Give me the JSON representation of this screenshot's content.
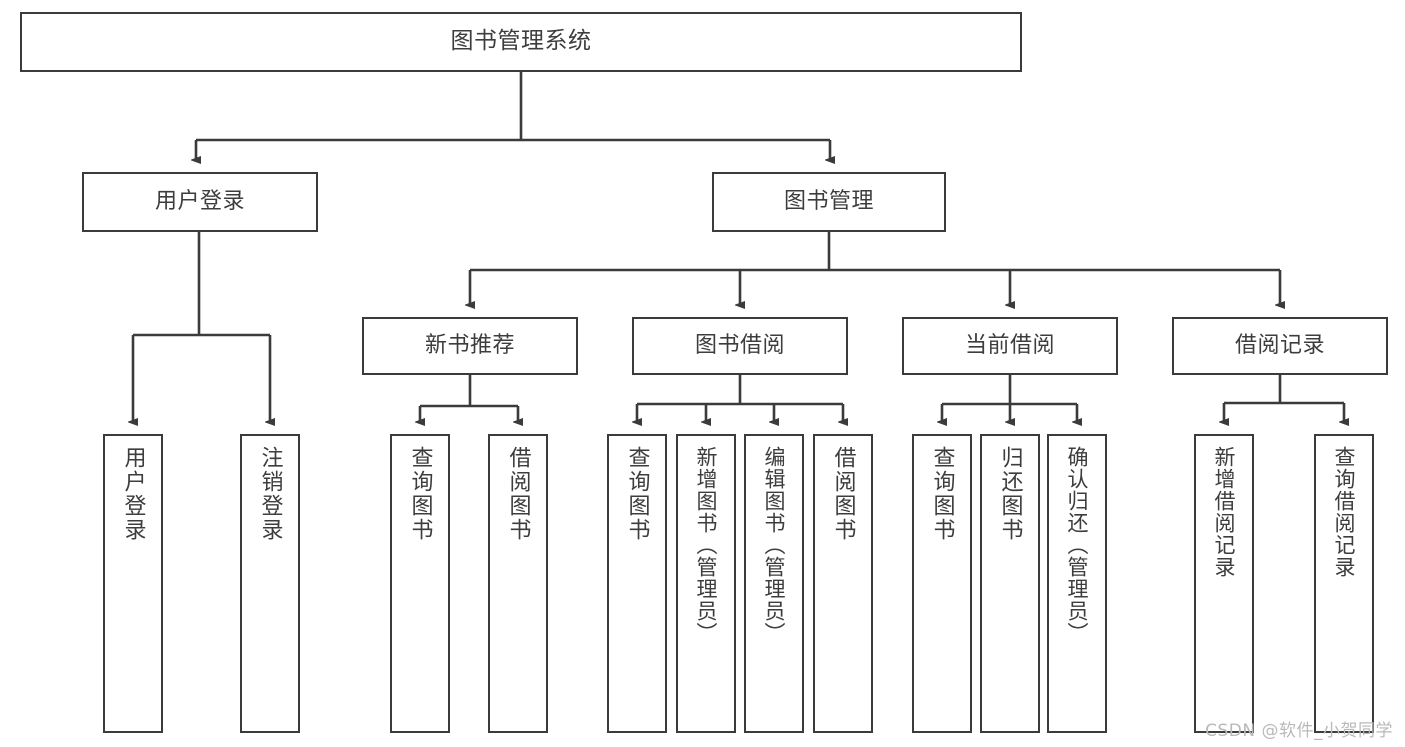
{
  "diagram": {
    "title": "图书管理系统",
    "type": "tree",
    "root": {
      "id": "root",
      "label": "图书管理系统"
    },
    "level1": [
      {
        "id": "user-login",
        "label": "用户登录"
      },
      {
        "id": "book-manage",
        "label": "图书管理"
      }
    ],
    "level2": [
      {
        "id": "new-book-recommend",
        "label": "新书推荐",
        "parent": "book-manage"
      },
      {
        "id": "book-borrow",
        "label": "图书借阅",
        "parent": "book-manage"
      },
      {
        "id": "current-borrow",
        "label": "当前借阅",
        "parent": "book-manage"
      },
      {
        "id": "borrow-record",
        "label": "借阅记录",
        "parent": "book-manage"
      }
    ],
    "leaves": [
      {
        "id": "leaf-user-login",
        "label": "用户登录",
        "parent": "user-login"
      },
      {
        "id": "leaf-logout-login",
        "label": "注销登录",
        "parent": "user-login"
      },
      {
        "id": "leaf-query-book-1",
        "label": "查询图书",
        "parent": "new-book-recommend"
      },
      {
        "id": "leaf-borrow-book-1",
        "label": "借阅图书",
        "parent": "new-book-recommend"
      },
      {
        "id": "leaf-query-book-2",
        "label": "查询图书",
        "parent": "book-borrow"
      },
      {
        "id": "leaf-add-book",
        "label": "新增图书（管理员）",
        "parent": "book-borrow"
      },
      {
        "id": "leaf-edit-book",
        "label": "编辑图书（管理员）",
        "parent": "book-borrow"
      },
      {
        "id": "leaf-borrow-book-2",
        "label": "借阅图书",
        "parent": "book-borrow"
      },
      {
        "id": "leaf-query-book-3",
        "label": "查询图书",
        "parent": "current-borrow"
      },
      {
        "id": "leaf-return-book",
        "label": "归还图书",
        "parent": "current-borrow"
      },
      {
        "id": "leaf-confirm-return",
        "label": "确认归还（管理员）",
        "parent": "current-borrow"
      },
      {
        "id": "leaf-add-record",
        "label": "新增借阅记录",
        "parent": "borrow-record"
      },
      {
        "id": "leaf-query-record",
        "label": "查询借阅记录",
        "parent": "borrow-record"
      }
    ],
    "watermark": "CSDN @软件_小贺同学",
    "colors": {
      "stroke": "#3b3b3b",
      "text": "#3d3d3d",
      "background": "#ffffff",
      "watermark": "#b9b9b9"
    }
  }
}
